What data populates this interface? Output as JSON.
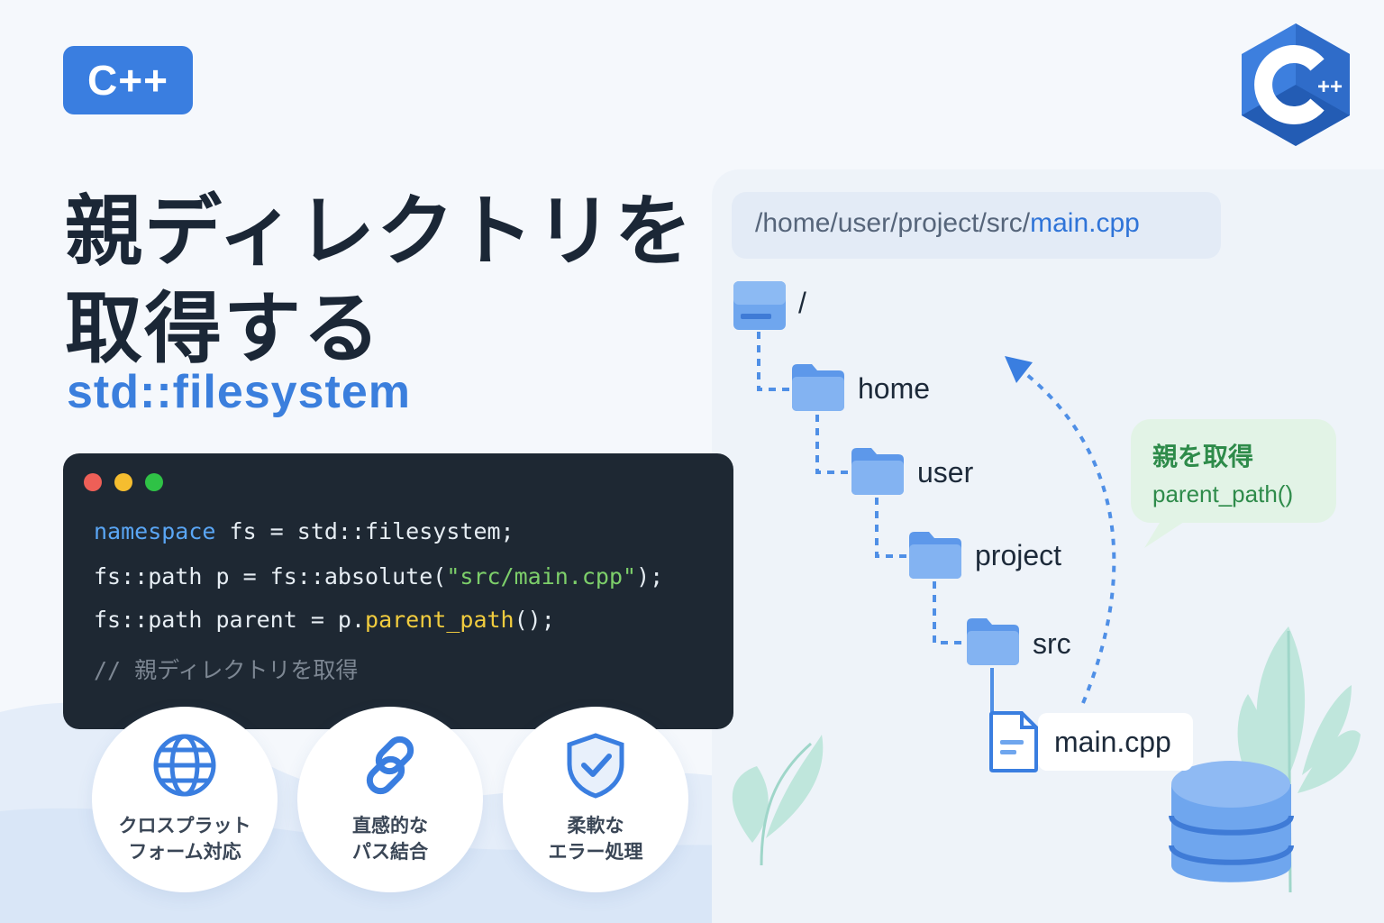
{
  "badge": {
    "label": "C++"
  },
  "title": {
    "line1": "親ディレクトリを",
    "line2": "取得する"
  },
  "subtitle": "std::filesystem",
  "code": {
    "line1": {
      "kw": "namespace",
      "rest": " fs = std::filesystem;"
    },
    "line2": {
      "pre": "fs::path p = fs::absolute(",
      "str": "\"src/main.cpp\"",
      "post": ");"
    },
    "line3": {
      "pre": "fs::path parent = p.",
      "fn": "parent_path",
      "post": "();"
    },
    "line4": "// 親ディレクトリを取得"
  },
  "features": [
    {
      "icon": "globe-icon",
      "line1": "クロスプラット",
      "line2": "フォーム対応"
    },
    {
      "icon": "link-icon",
      "line1": "直感的な",
      "line2": "パス結合"
    },
    {
      "icon": "shield-check-icon",
      "line1": "柔軟な",
      "line2": "エラー処理"
    }
  ],
  "path_bar": {
    "prefix": "/home/user/project/src/",
    "highlight": "main.cpp"
  },
  "tree": {
    "root": "/",
    "home": "home",
    "user": "user",
    "project": "project",
    "src": "src",
    "file": "main.cpp"
  },
  "callout": {
    "line1": "親を取得",
    "line2": "parent_path()"
  },
  "colors": {
    "accent": "#3a7ee0",
    "code_bg": "#1e2833",
    "folder": "#6fa6ee",
    "callout_green": "#2e8b4a"
  }
}
